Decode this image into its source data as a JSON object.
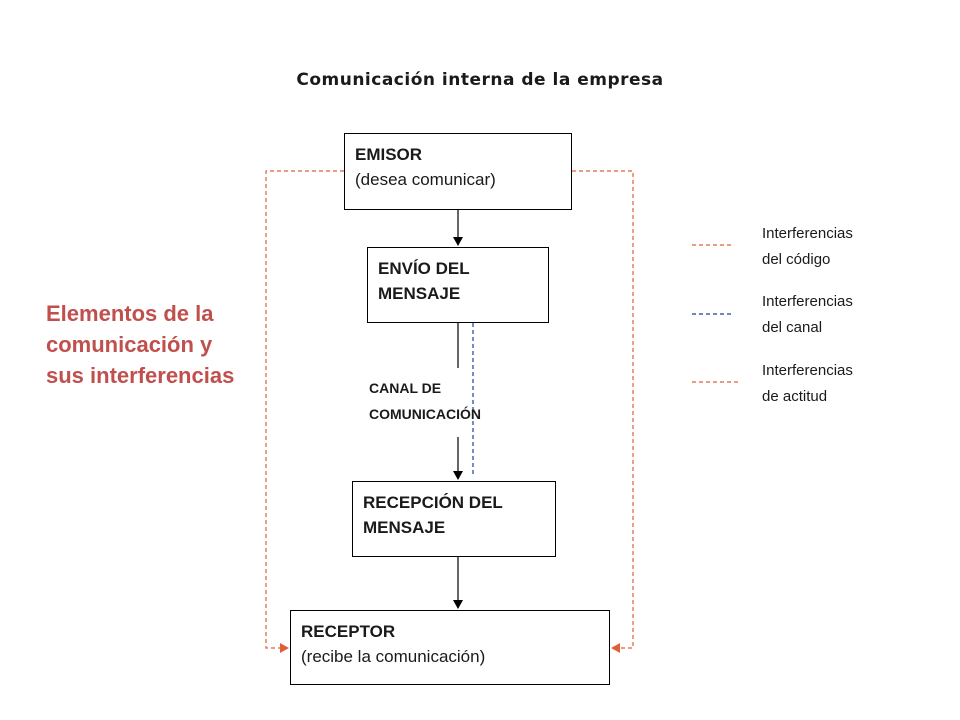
{
  "title": "Comunicación interna de la empresa",
  "side_title": "Elementos de la comunicación y sus interferencias",
  "nodes": {
    "emisor": {
      "label": "EMISOR",
      "detail": "(desea comunicar)"
    },
    "envio": {
      "label_1": "ENVÍO DEL",
      "label_2": "MENSAJE"
    },
    "canal": {
      "label_1": "CANAL DE",
      "label_2": "COMUNICACIÓN"
    },
    "recepcion": {
      "label_1": "RECEPCIÓN DEL",
      "label_2": "MENSAJE"
    },
    "receptor": {
      "label": "RECEPTOR",
      "detail": "(recibe la comunicación)"
    }
  },
  "legend": [
    {
      "line_1": "Interferencias",
      "line_2": "del código",
      "color": "#e0603a"
    },
    {
      "line_1": "Interferencias",
      "line_2": "del canal",
      "color": "#1f3f9a"
    },
    {
      "line_1": "Interferencias",
      "line_2": "de actitud",
      "color": "#e0603a"
    }
  ],
  "colors": {
    "accent": "#c0504d",
    "interference_orange": "#e0603a",
    "interference_blue": "#1f3f9a"
  }
}
